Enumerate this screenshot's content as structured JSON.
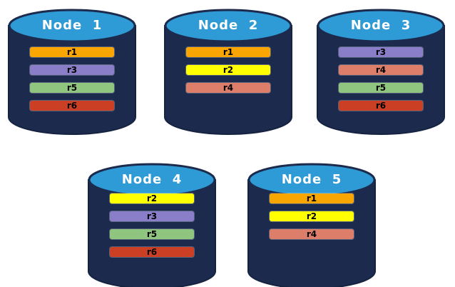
{
  "diagram": {
    "background_color": "#FFFFFF",
    "cylinder": {
      "body_color": "#1C2B4D",
      "outline_color": "#152341",
      "top_color": "#2F9BD6",
      "label_color": "#FFFFFF"
    },
    "replica_colors": {
      "r1": "#F9A602",
      "r2": "#FFFF00",
      "r3": "#8B7EC8",
      "r4": "#DD7E6B",
      "r5": "#8FC57E",
      "r6": "#CB4024"
    },
    "bar_label_color": "#000000",
    "nodes": [
      {
        "label": "Node  1",
        "replicas": [
          "r1",
          "r3",
          "r5",
          "r6"
        ]
      },
      {
        "label": "Node  2",
        "replicas": [
          "r1",
          "r2",
          "r4"
        ]
      },
      {
        "label": "Node  3",
        "replicas": [
          "r3",
          "r4",
          "r5",
          "r6"
        ]
      },
      {
        "label": "Node  4",
        "replicas": [
          "r2",
          "r3",
          "r5",
          "r6"
        ]
      },
      {
        "label": "Node  5",
        "replicas": [
          "r1",
          "r2",
          "r4"
        ]
      }
    ]
  }
}
